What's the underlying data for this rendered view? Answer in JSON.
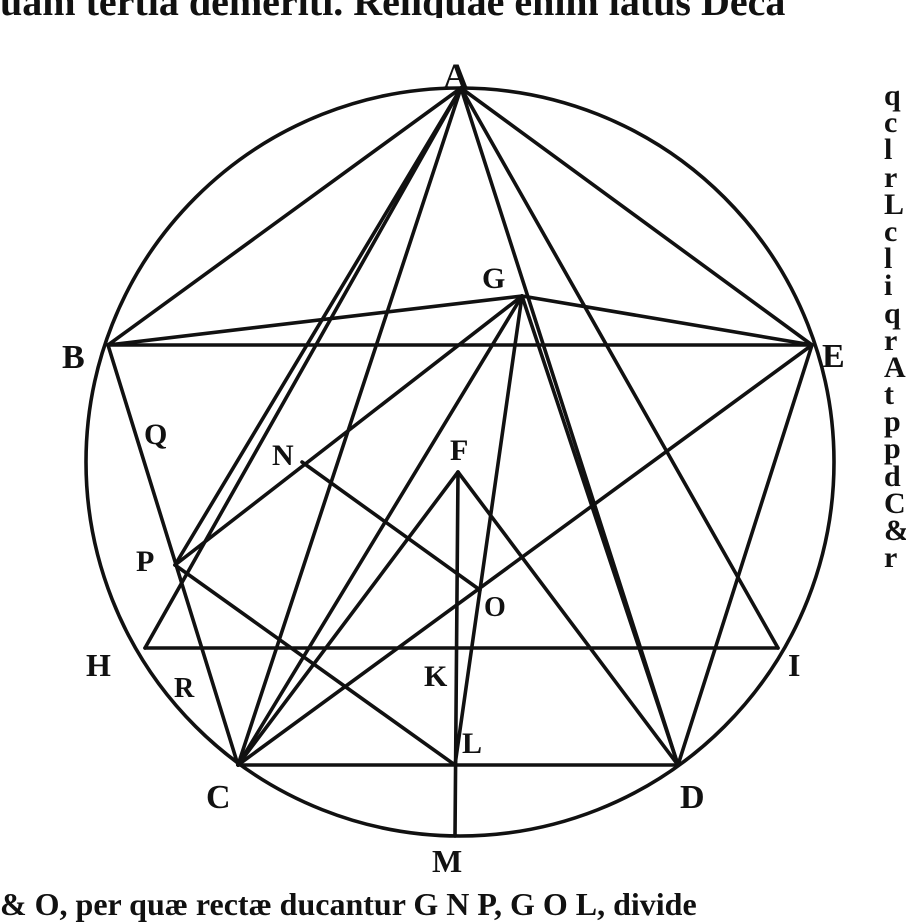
{
  "header_fragment": "uam tertia demeriti. Reliquae enim latus Deca",
  "footer_fragment": "& O, per quæ rectæ ducantur G N P, G O L, divide",
  "side_fragments": [
    "q",
    "c",
    "l",
    "r",
    "L",
    "c",
    "l",
    "i",
    "q",
    "r",
    "A",
    "t",
    "p",
    "p",
    "d",
    "C",
    "&",
    "r"
  ],
  "figure": {
    "labels": {
      "A": "A",
      "B": "B",
      "C": "C",
      "D": "D",
      "E": "E",
      "F": "F",
      "G": "G",
      "H": "H",
      "I": "I",
      "K": "K",
      "L": "L",
      "M": "M",
      "N": "N",
      "O": "O",
      "P": "P",
      "Q": "Q",
      "R": "R"
    }
  }
}
